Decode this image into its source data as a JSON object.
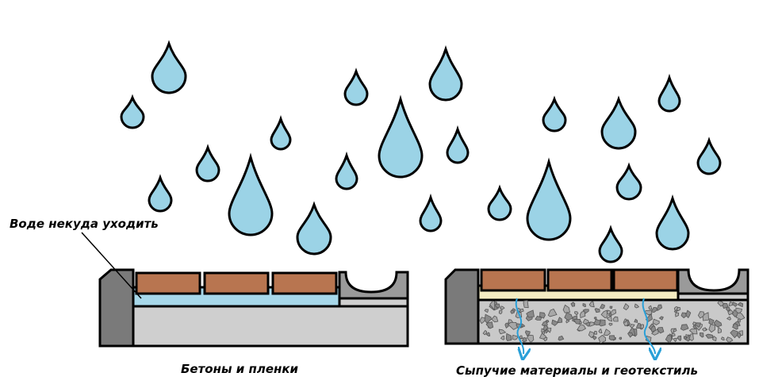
{
  "labels": {
    "water_no_exit": "Воде некуда уходить",
    "caption_left": "Бетоны и пленки",
    "caption_right": "Сыпучие материалы и геотекстиль"
  },
  "colors": {
    "drop_fill": "#9bd3e6",
    "outline": "#000000",
    "brick": "#b87550",
    "concrete": "#cfcfcf",
    "curb": "#7a7a7a",
    "water_layer": "#a7d8ea",
    "sand_layer": "#f4ecc2",
    "gravel_bg": "#c9c9c9",
    "gravel_stone": "#8a8a8a",
    "drain_arrow": "#2aa0d8",
    "gutter": "#9a9a9a"
  },
  "icons": {
    "raindrop": "raindrop-icon",
    "drainage_arrow": "arrow-down-icon"
  }
}
